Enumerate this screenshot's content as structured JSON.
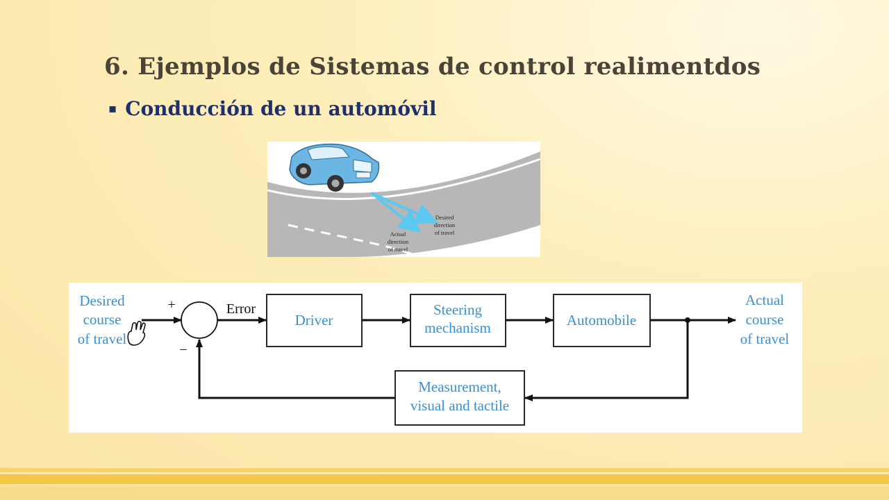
{
  "slide": {
    "title": "6. Ejemplos de Sistemas de control realimentdos",
    "bullet_marker": "▪",
    "bullet_text": "Conducción de un automóvil"
  },
  "car_figure": {
    "desired_label": [
      "Desired",
      "direction",
      "of travel"
    ],
    "actual_label": [
      "Actual",
      "direction",
      "of travel"
    ]
  },
  "block_diagram": {
    "input_label": [
      "Desired",
      "course",
      "of travel"
    ],
    "plus_sign": "+",
    "minus_sign": "−",
    "error_label": "Error",
    "driver_label": "Driver",
    "steering_label": [
      "Steering",
      "mechanism"
    ],
    "automobile_label": "Automobile",
    "output_label": [
      "Actual",
      "course",
      "of travel"
    ],
    "measurement_label": [
      "Measurement,",
      "visual and tactile"
    ]
  },
  "colors": {
    "title": "#4a4438",
    "bullet": "#1f2f6b",
    "diagram_blue": "#3a8fd4",
    "footer_stripe": "#f4c64a"
  }
}
